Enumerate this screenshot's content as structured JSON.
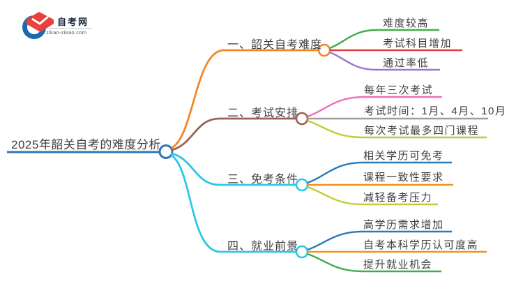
{
  "logo": {
    "title": "自考网",
    "subtitle": "zikao-zikao.com",
    "colors": {
      "crescent": "#1a6ab0",
      "cap": "#e8403a",
      "chevron": "#ffffff"
    }
  },
  "root": {
    "label": "2025年韶关自考的难度分析",
    "color": "#2e75b6"
  },
  "branches": [
    {
      "label": "一、韶关自考难度",
      "color": "#f6861f",
      "children": [
        {
          "label": "难度较高",
          "color": "#3fad4b"
        },
        {
          "label": "考试科目增加",
          "color": "#e8393a"
        },
        {
          "label": "通过率低",
          "color": "#9b76d0"
        }
      ]
    },
    {
      "label": "二、考试安排",
      "color": "#9c6058",
      "children": [
        {
          "label": "每年三次考试",
          "color": "#ee6fb5"
        },
        {
          "label": "考试时间：1月、4月、10月",
          "color": "#9e9e9e"
        },
        {
          "label": "每次考试最多四门课程",
          "color": "#c2cb33"
        }
      ]
    },
    {
      "label": "三、免考条件",
      "color": "#2bc8e8",
      "children": [
        {
          "label": "相关学历可免考",
          "color": "#2878be"
        },
        {
          "label": "课程一致性要求",
          "color": "#f5911e"
        },
        {
          "label": "减轻备考压力",
          "color": "#c2cb33"
        }
      ]
    },
    {
      "label": "四、就业前景",
      "color": "#2bc8e8",
      "children": [
        {
          "label": "高学历需求增加",
          "color": "#2878be"
        },
        {
          "label": "自考本科学历认可度高",
          "color": "#f5911e"
        },
        {
          "label": "提升就业机会",
          "color": "#3fad4b"
        }
      ]
    }
  ]
}
